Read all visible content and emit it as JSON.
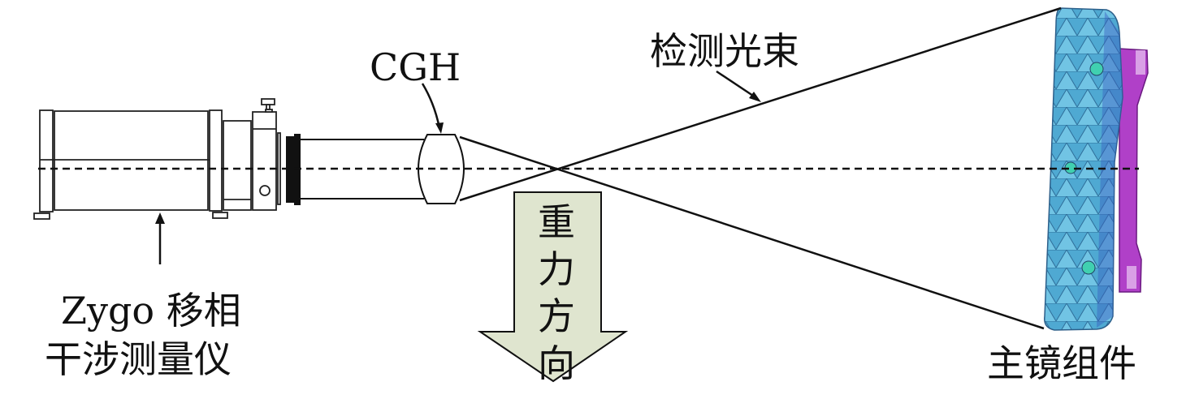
{
  "labels": {
    "cgh": "CGH",
    "test_beam": "检测光束",
    "gravity": [
      "重",
      "力",
      "方",
      "向"
    ],
    "interferometer_line1": "Zygo 移相",
    "interferometer_line2": "干涉测量仪",
    "primary_mirror": "主镜组件"
  },
  "colors": {
    "gravity_arrow_fill": "#dfe5cf",
    "mirror_blue": "#4aa8d0",
    "mirror_dark": "#3a6fb8",
    "bracket_purple": "#b040c8"
  }
}
